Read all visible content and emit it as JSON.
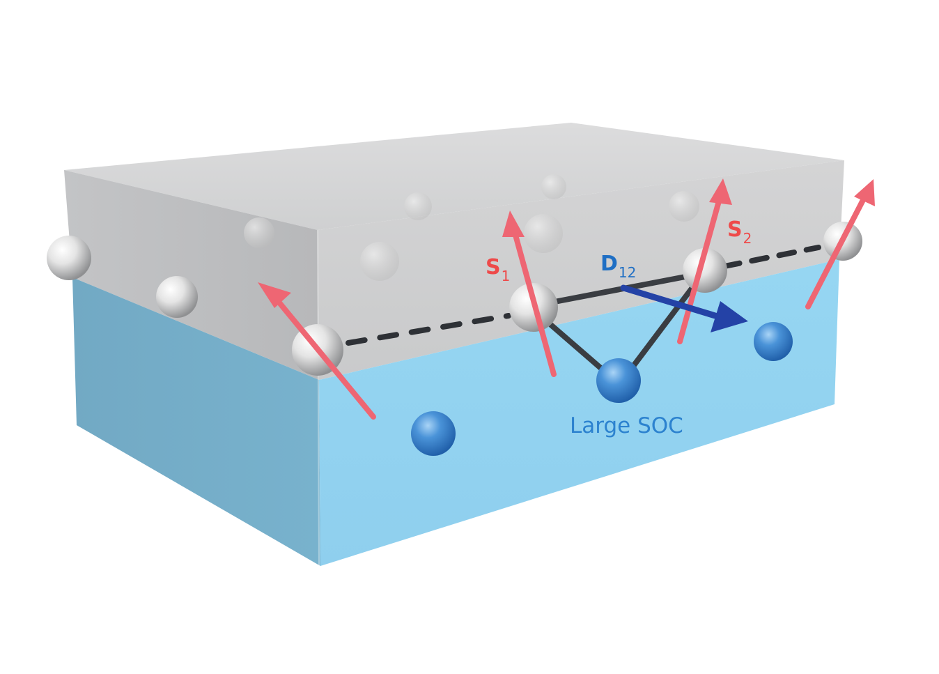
{
  "labels": {
    "s1": {
      "main": "S",
      "sub": "1"
    },
    "s2": {
      "main": "S",
      "sub": "2"
    },
    "d12": {
      "main": "D",
      "sub": "12"
    },
    "soc": "Large SOC"
  },
  "colors": {
    "spin_arrow": "#ee6673",
    "dmi_arrow": "#2442a6",
    "magnetic_layer": "#d9d9da",
    "substrate": "#8fd3f0",
    "atom_grey": "#e6e6e6",
    "atom_blue": "#3d83cd",
    "bond": "#3a3d42"
  }
}
